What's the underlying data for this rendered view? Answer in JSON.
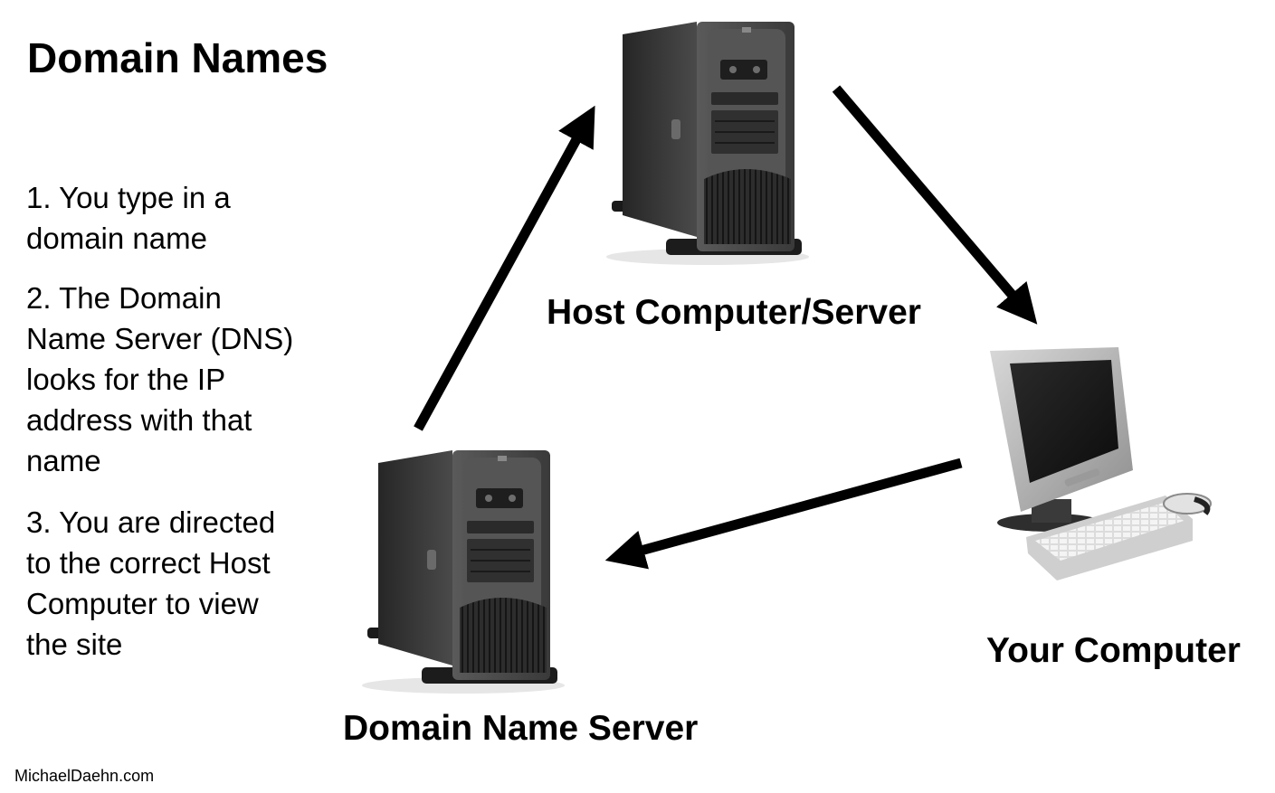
{
  "title": "Domain Names",
  "steps": [
    "1. You type in a domain name",
    "2. The Domain Name Server (DNS) looks for the IP address with that name",
    "3. You are directed to the correct Host Computer to view the site"
  ],
  "nodes": {
    "host": "Host Computer/Server",
    "dns": "Domain Name Server",
    "you": "Your Computer"
  },
  "credit": "MichaelDaehn.com",
  "colors": {
    "arrow": "#000000",
    "server_body": "#3f3f3f",
    "monitor_frame": "#b8b8b8"
  }
}
